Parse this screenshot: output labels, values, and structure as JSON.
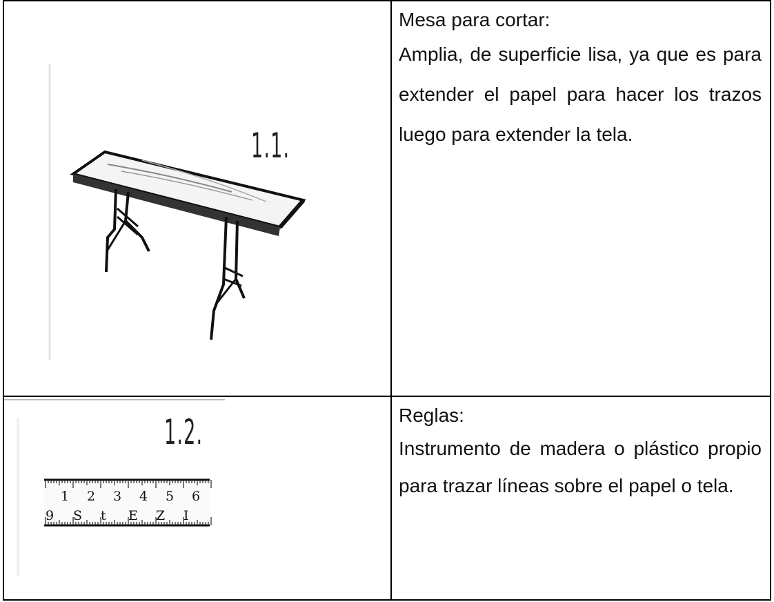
{
  "items": [
    {
      "figure_label": "1.1.",
      "heading": "Mesa para cortar:",
      "description_lines": [
        "Amplia, de superficie lisa, ya que es",
        "para extender el papel para hacer",
        "los trazos luego para extender la",
        "tela."
      ],
      "icon": "folding-table-illustration"
    },
    {
      "figure_label": "1.2.",
      "heading": "Reglas:",
      "description_lines": [
        "Instrumento de madera o plástico",
        "propio para trazar líneas sobre el",
        "papel o tela."
      ],
      "icon": "ruler-illustration",
      "ruler_top_numbers": [
        "1",
        "2",
        "3",
        "4",
        "5",
        "6"
      ],
      "ruler_bottom_numbers": [
        "9",
        "S",
        "t",
        "E",
        "Z",
        "I"
      ]
    }
  ]
}
